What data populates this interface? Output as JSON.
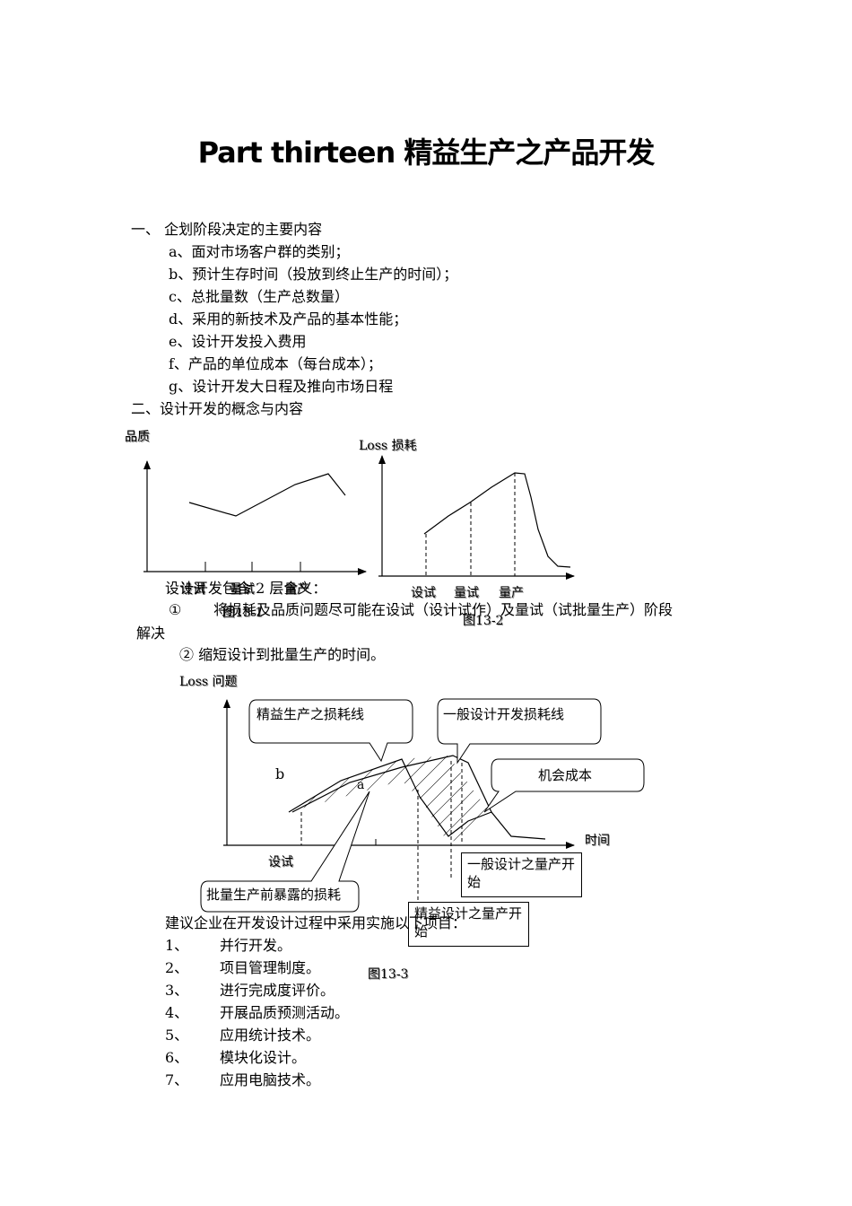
{
  "title": "Part thirteen 精益生产之产品开发",
  "section1": {
    "heading": "一、  企划阶段决定的主要内容",
    "items": [
      "a、面对市场客户群的类别；",
      "b、预计生存时间（投放到终止生产的时间）；",
      "c、总批量数（生产总数量）",
      "d、采用的新技术及产品的基本性能；",
      "e、设计开发投入费用",
      "f、产品的单位成本（每台成本）；",
      "g、设计开发大日程及推向市场日程"
    ]
  },
  "section2": {
    "heading": "二、设计开发的概念与内容"
  },
  "figure1": {
    "ylabel": "品质",
    "xlabels": [
      "设试",
      "量试",
      "量产"
    ],
    "caption": "图13-1"
  },
  "figure2": {
    "ylabel": "Loss 损耗",
    "xlabels": [
      "设试",
      "量试",
      "量产"
    ],
    "caption": "图13-2"
  },
  "design_meaning": {
    "intro": "设计开发包含 2 层含义：",
    "item1_num": "①",
    "item1_text": "将损耗及品质问题尽可能在设试（设计试作）及量试（试批量生产）阶段",
    "item1_cont": "解决",
    "item2": "② 缩短设计到批量生产的时间。"
  },
  "figure3": {
    "ylabel": "Loss 问题",
    "xlabel": "时间",
    "callouts": {
      "lean_loss": "精益生产之损耗线",
      "general_loss": "一般设计开发损耗线",
      "opportunity": "机会成本",
      "exposed_loss": "批量生产前暴露的损耗"
    },
    "point_a": "a",
    "point_b": "b",
    "x_trial": "设试",
    "box_general": "一般设计之量产开始",
    "box_lean": "精益设计之量产开始",
    "caption": "图13-3"
  },
  "suggestion": {
    "intro": "建议企业在开发设计过程中采用实施以下项目：",
    "items": [
      {
        "num": "1、",
        "text": "并行开发。"
      },
      {
        "num": "2、",
        "text": "项目管理制度。"
      },
      {
        "num": "3、",
        "text": "进行完成度评价。"
      },
      {
        "num": "4、",
        "text": "开展品质预测活动。"
      },
      {
        "num": "5、",
        "text": "应用统计技术。"
      },
      {
        "num": "6、",
        "text": "模块化设计。"
      },
      {
        "num": "7、",
        "text": "应用电脑技术。"
      }
    ]
  }
}
